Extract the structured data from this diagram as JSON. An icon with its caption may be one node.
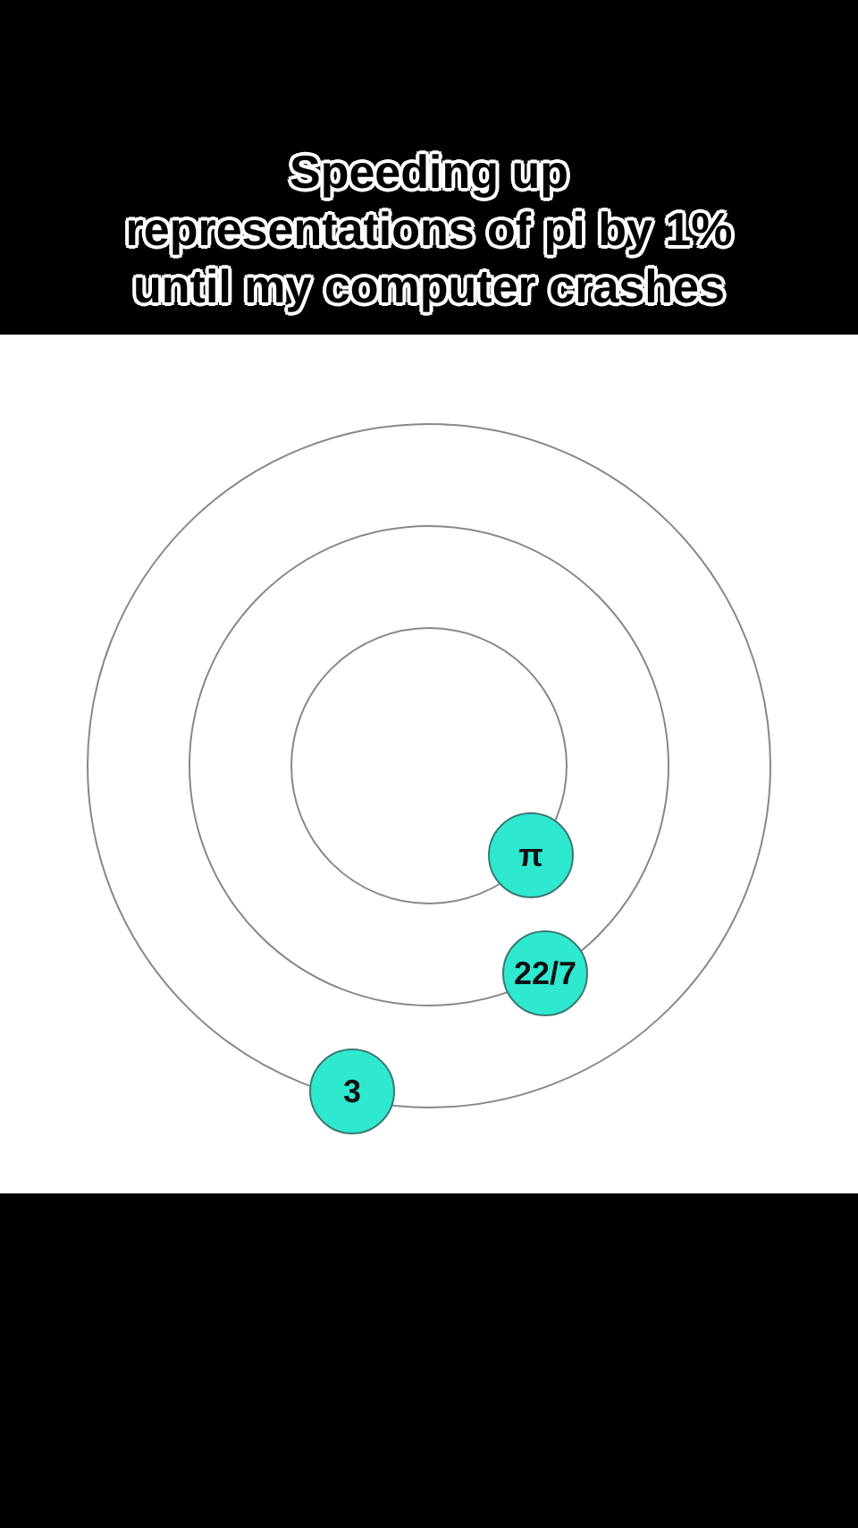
{
  "diagram": {
    "title": "Speeding up representations of pi by 1% until my computer crashes",
    "nodes": [
      {
        "text": [
          "π"
        ]
      },
      {
        "text": [
          "22/7"
        ]
      },
      {
        "text": [
          "3"
        ]
      }
    ]
  }
}
